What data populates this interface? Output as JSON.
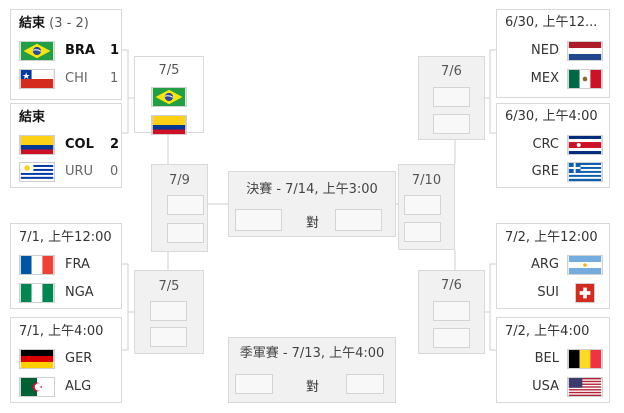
{
  "left_r16": [
    {
      "header_bold": "結束",
      "header_note": "(3 - 2)",
      "teams": [
        {
          "code": "BRA",
          "score": "1",
          "flag": "brazil-flag",
          "winner": true
        },
        {
          "code": "CHI",
          "score": "1",
          "flag": "chile-flag",
          "winner": false
        }
      ]
    },
    {
      "header_bold": "結束",
      "header_note": "",
      "teams": [
        {
          "code": "COL",
          "score": "2",
          "flag": "colombia-flag",
          "winner": true
        },
        {
          "code": "URU",
          "score": "0",
          "flag": "uruguay-flag",
          "winner": false
        }
      ]
    },
    {
      "header_bold": "",
      "header_note": "7/1, 上午12:00",
      "teams": [
        {
          "code": "FRA",
          "score": "",
          "flag": "france-flag",
          "winner": false
        },
        {
          "code": "NGA",
          "score": "",
          "flag": "nigeria-flag",
          "winner": false
        }
      ]
    },
    {
      "header_bold": "",
      "header_note": "7/1, 上午4:00",
      "teams": [
        {
          "code": "GER",
          "score": "",
          "flag": "germany-flag",
          "winner": false
        },
        {
          "code": "ALG",
          "score": "",
          "flag": "algeria-flag",
          "winner": false
        }
      ]
    }
  ],
  "right_r16": [
    {
      "header": "6/30, 上午12...",
      "teams": [
        {
          "code": "NED",
          "flag": "netherlands-flag"
        },
        {
          "code": "MEX",
          "flag": "mexico-flag"
        }
      ]
    },
    {
      "header": "6/30, 上午4:00",
      "teams": [
        {
          "code": "CRC",
          "flag": "costa-rica-flag"
        },
        {
          "code": "GRE",
          "flag": "greece-flag"
        }
      ]
    },
    {
      "header": "7/2, 上午12:00",
      "teams": [
        {
          "code": "ARG",
          "flag": "argentina-flag"
        },
        {
          "code": "SUI",
          "flag": "switzerland-flag"
        }
      ]
    },
    {
      "header": "7/2, 上午4:00",
      "teams": [
        {
          "code": "BEL",
          "flag": "belgium-flag"
        },
        {
          "code": "USA",
          "flag": "usa-flag"
        }
      ]
    }
  ],
  "quarterfinals": {
    "left_top": {
      "date": "7/5",
      "flags": [
        "brazil-flag",
        "colombia-flag"
      ]
    },
    "left_bottom": {
      "date": "7/5"
    },
    "right_top": {
      "date": "7/6"
    },
    "right_bottom": {
      "date": "7/6"
    }
  },
  "semifinals": {
    "left": {
      "date": "7/9"
    },
    "right": {
      "date": "7/10"
    }
  },
  "final": {
    "title": "決賽 - 7/14, 上午3:00",
    "vs": "對"
  },
  "third_place": {
    "title": "季軍賽 - 7/13, 上午4:00",
    "vs": "對"
  },
  "colors": {
    "border": "#d9d9d9",
    "panel": "#f1f1f1",
    "line": "#cccccc",
    "text": "#222222"
  }
}
